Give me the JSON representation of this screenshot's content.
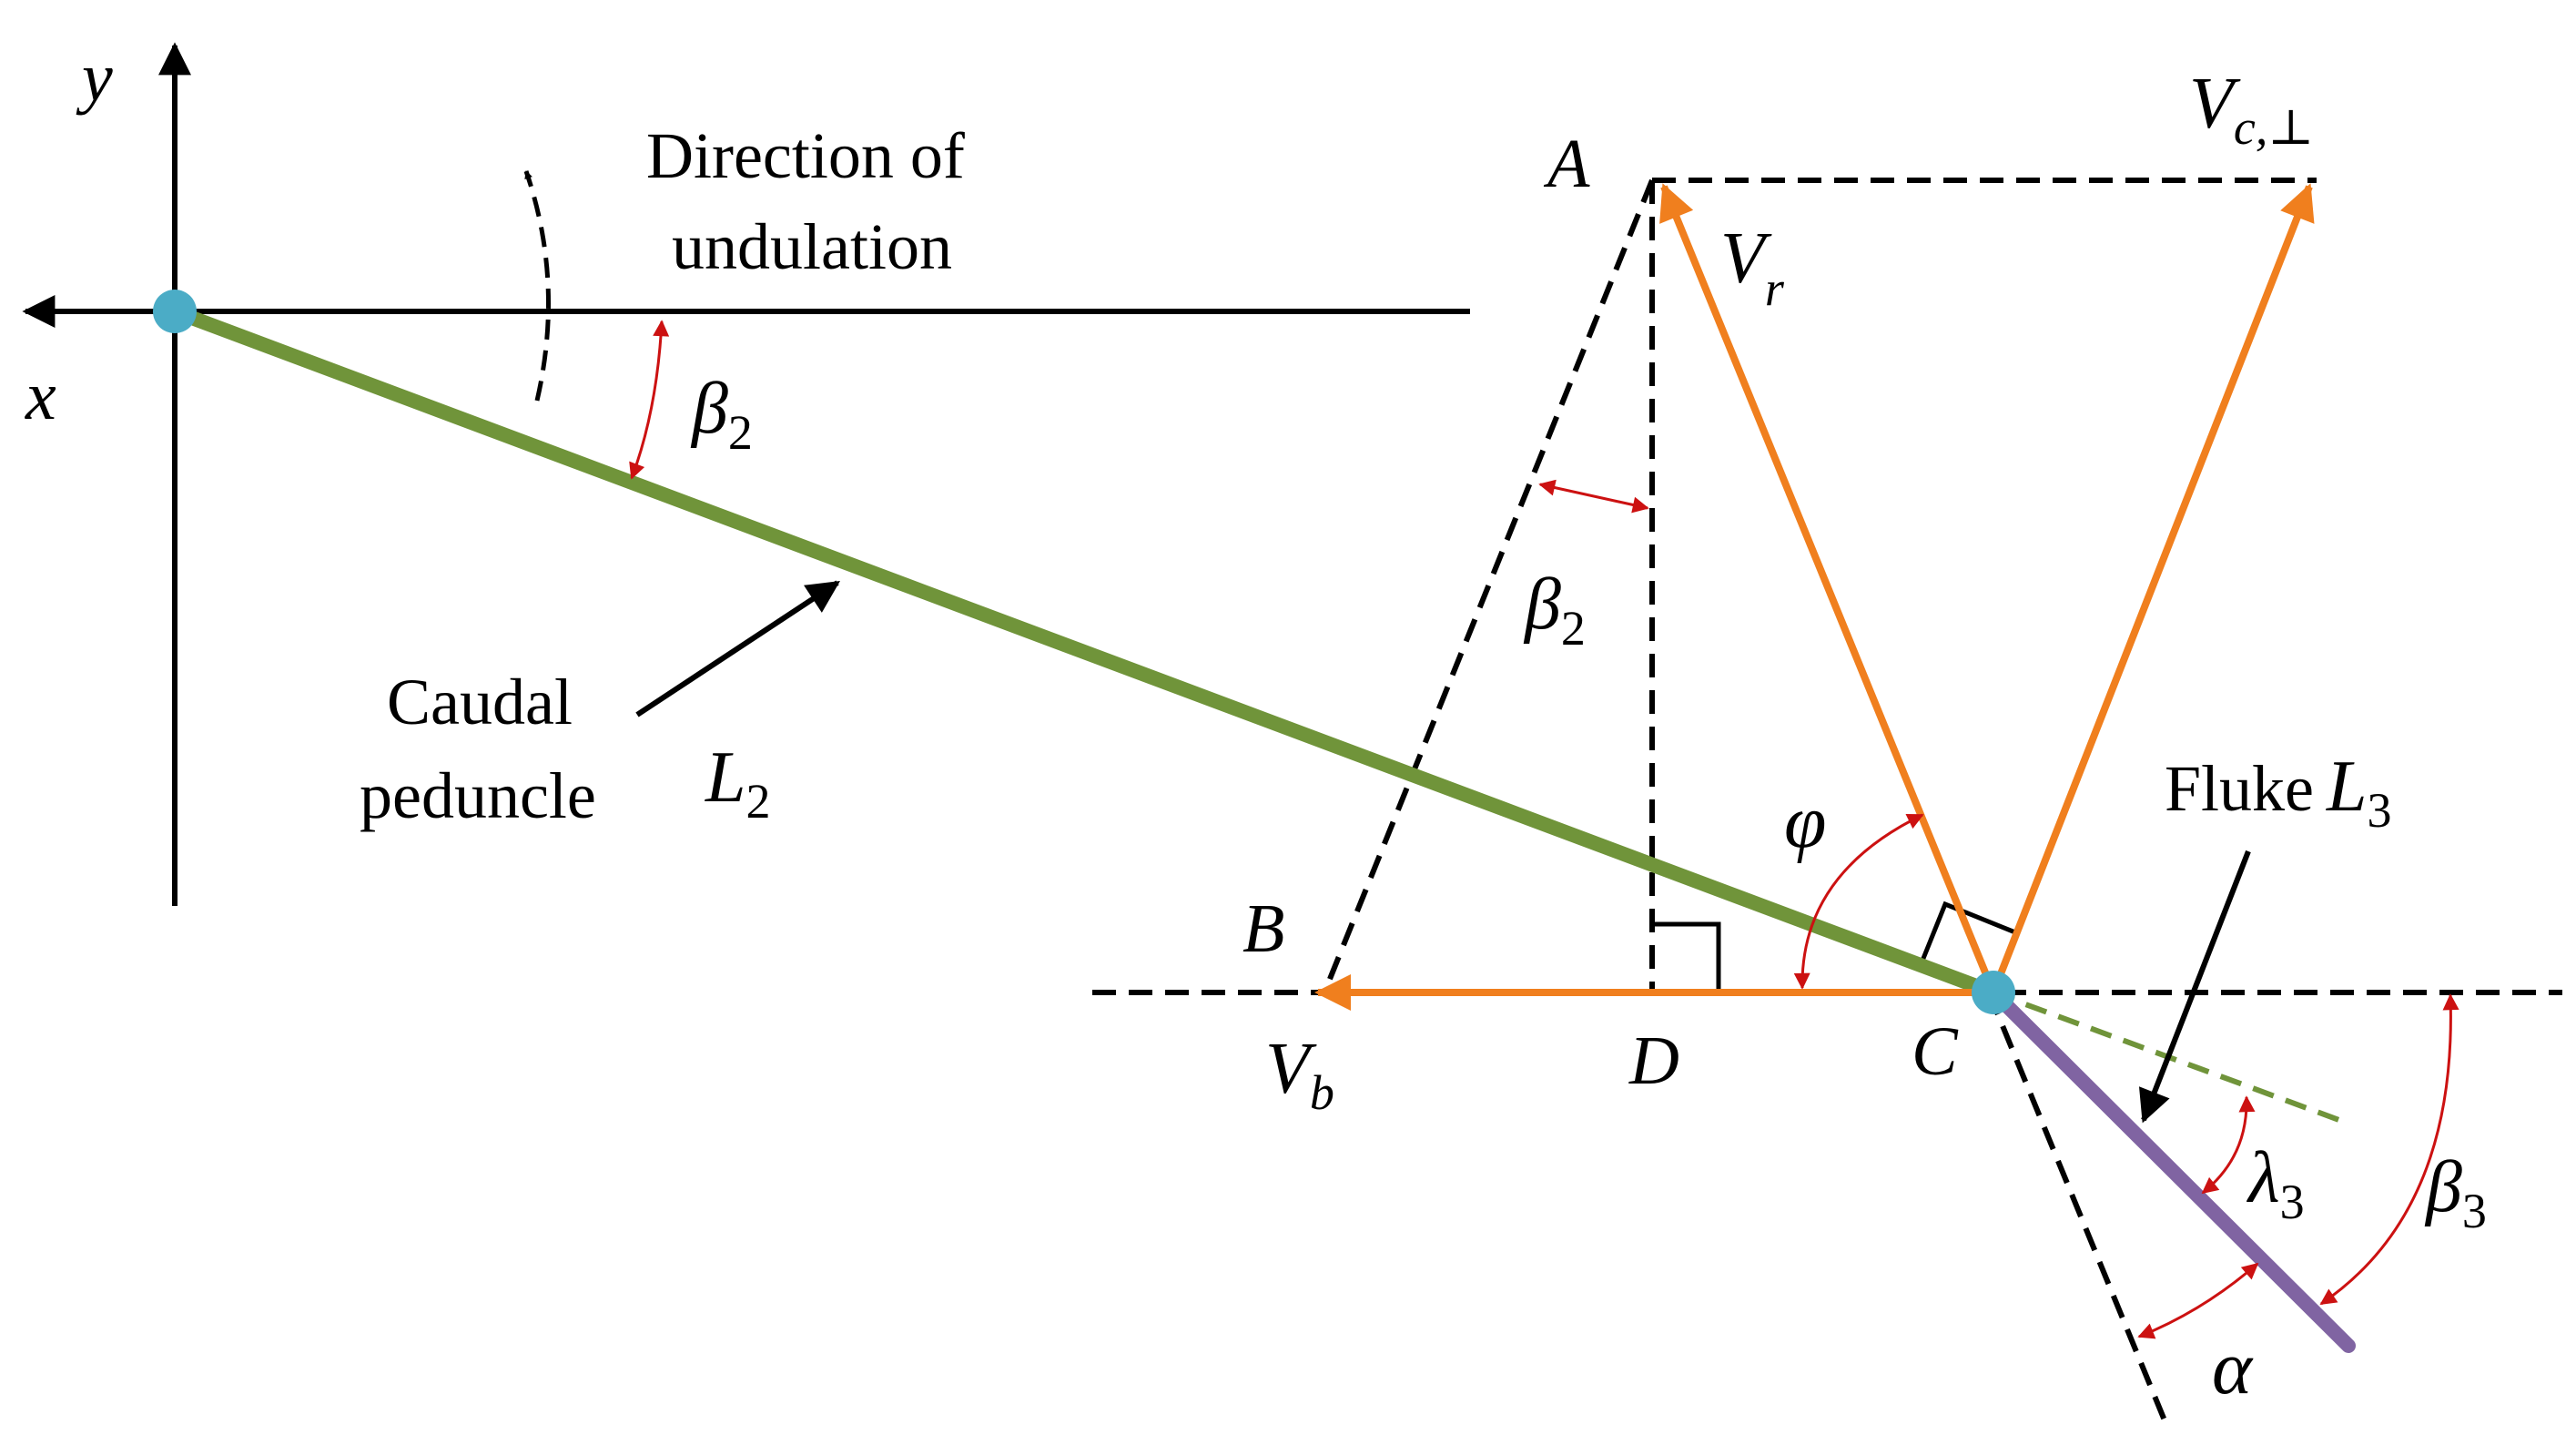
{
  "colors": {
    "peduncle": "#70943a",
    "fluke": "#8064a2",
    "vector": "#f07f1e",
    "angle": "#cc1111",
    "joint": "#4bacc6",
    "ink": "#000000"
  },
  "labels": {
    "axis_y": "y",
    "axis_x": "x",
    "direction_line1": "Direction of",
    "direction_line2": "undulation",
    "caudal_line1": "Caudal",
    "caudal_line2": "peduncle",
    "L2_main": "L",
    "L2_sub": "2",
    "beta2_main": "β",
    "beta2_sub": "2",
    "beta3_main": "β",
    "beta3_sub": "3",
    "lambda3_main": "λ",
    "lambda3_sub": "3",
    "alpha": "α",
    "phi": "φ",
    "point_A": "A",
    "point_B": "B",
    "point_C": "C",
    "point_D": "D",
    "Vr_main": "V",
    "Vr_sub": "r",
    "Vb_main": "V",
    "Vb_sub": "b",
    "Vc_main": "V",
    "Vc_sub": "c,⊥",
    "fluke_word": "Fluke",
    "L3_main": "L",
    "L3_sub": "3"
  }
}
